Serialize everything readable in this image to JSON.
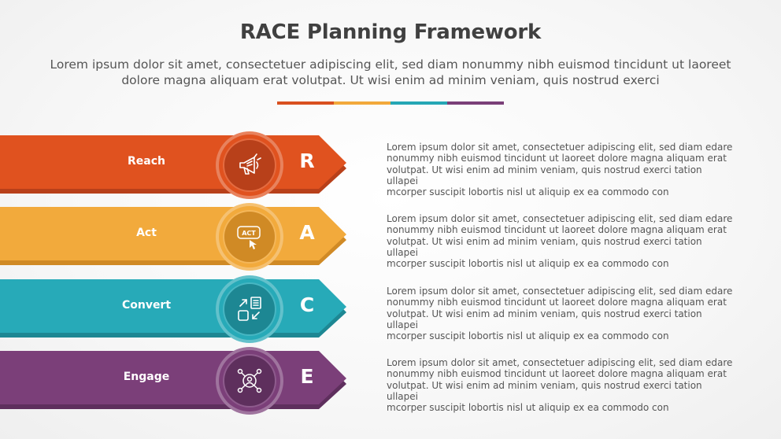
{
  "title": "RACE Planning Framework",
  "subtitle": "Lorem ipsum dolor sit amet, consectetuer adipiscing elit, sed diam nonummy nibh euismod tincidunt ut laoreet dolore magna aliquam erat volutpat. Ut wisi enim ad minim veniam, quis nostrud exerci",
  "divider_colors": [
    "#d9501f",
    "#f2a93b",
    "#25a7b5",
    "#7a3f78"
  ],
  "stages": [
    {
      "label": "Reach",
      "letter": "R",
      "icon": "megaphone-icon",
      "color": "#e0521f",
      "shade": "#b8401a",
      "description": "Lorem ipsum dolor sit amet, consectetuer adipiscing elit, sed diam edare\nnonummy nibh euismod tincidunt ut laoreet dolore magna aliquam erat\nvolutpat. Ut wisi enim ad minim veniam, quis nostrud exerci tation ullapei\nmcorper suscipit lobortis nisl ut aliquip ex ea commodo con"
    },
    {
      "label": "Act",
      "letter": "A",
      "icon": "act-click-icon",
      "color": "#f2aa3c",
      "shade": "#d08a25",
      "description": "Lorem ipsum dolor sit amet, consectetuer adipiscing elit, sed diam edare\nnonummy nibh euismod tincidunt ut laoreet dolore magna aliquam erat\nvolutpat. Ut wisi enim ad minim veniam, quis nostrud exerci tation ullapei\nmcorper suscipit lobortis nisl ut aliquip ex ea commodo con"
    },
    {
      "label": "Convert",
      "letter": "C",
      "icon": "convert-icon",
      "color": "#27aab8",
      "shade": "#1d8793",
      "description": "Lorem ipsum dolor sit amet, consectetuer adipiscing elit, sed diam edare\nnonummy nibh euismod tincidunt ut laoreet dolore magna aliquam erat\nvolutpat. Ut wisi enim ad minim veniam, quis nostrud exerci tation ullapei\nmcorper suscipit lobortis nisl ut aliquip ex ea commodo con"
    },
    {
      "label": "Engage",
      "letter": "E",
      "icon": "network-user-icon",
      "color": "#7b3f79",
      "shade": "#5e2f5d",
      "description": "Lorem ipsum dolor sit amet, consectetuer adipiscing elit, sed diam edare\nnonummy nibh euismod tincidunt ut laoreet dolore magna aliquam erat\nvolutpat. Ut wisi enim ad minim veniam, quis nostrud exerci tation ullapei\nmcorper suscipit lobortis nisl ut aliquip ex ea commodo con"
    }
  ]
}
